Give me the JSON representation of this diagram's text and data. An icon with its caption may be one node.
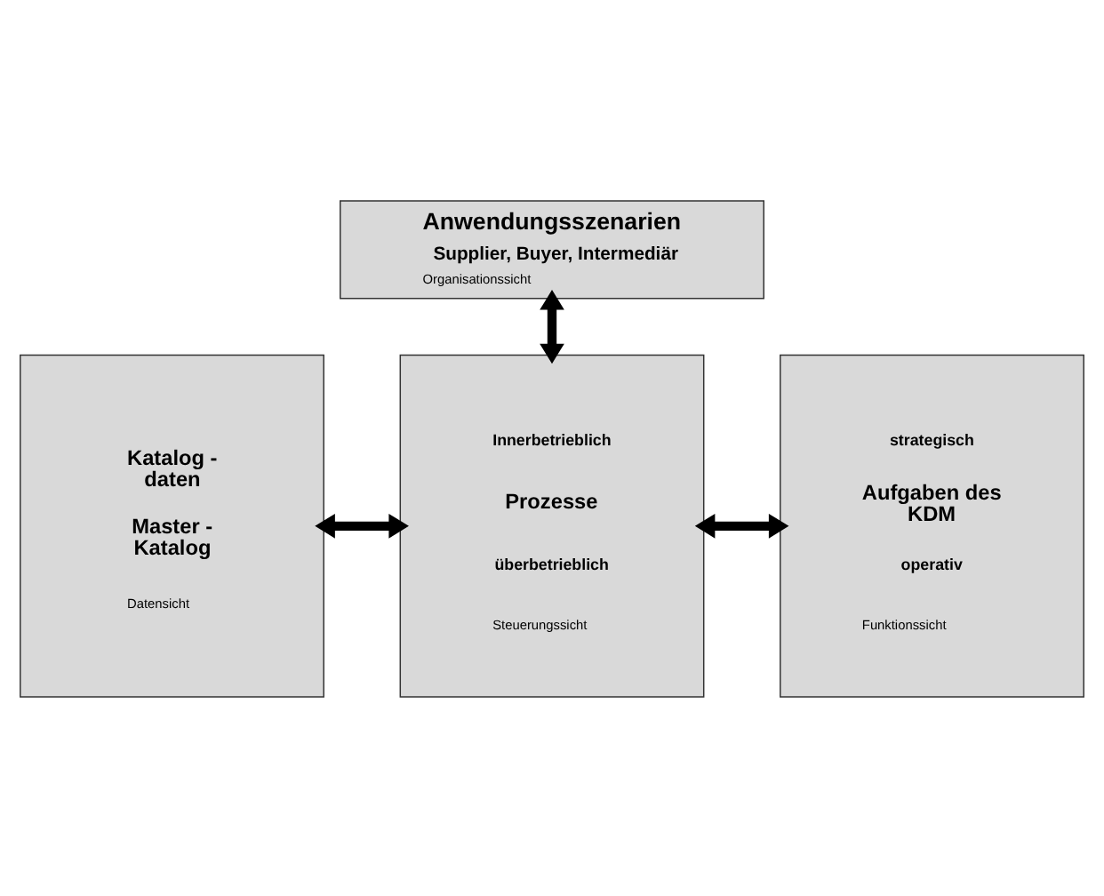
{
  "diagram": {
    "nodes": [
      {
        "text": [
          "Anwendungsszenarien",
          "Supplier, Buyer, Intermediär",
          "Organisationssicht"
        ]
      },
      {
        "text": [
          "Katalog - daten",
          "Master - Katalog",
          "Datensicht"
        ]
      },
      {
        "text": [
          "Innerbetrieblich",
          "Prozesse",
          "überbetrieblich",
          "Steuerungssicht"
        ]
      },
      {
        "text": [
          "strategisch",
          "Aufgaben des KDM",
          "operativ",
          "Funktionssicht"
        ]
      }
    ],
    "edges": [
      {
        "from": 0,
        "to": 2,
        "arrow": "both"
      },
      {
        "from": 1,
        "to": 2,
        "arrow": "both"
      },
      {
        "from": 2,
        "to": 3,
        "arrow": "both"
      }
    ]
  }
}
